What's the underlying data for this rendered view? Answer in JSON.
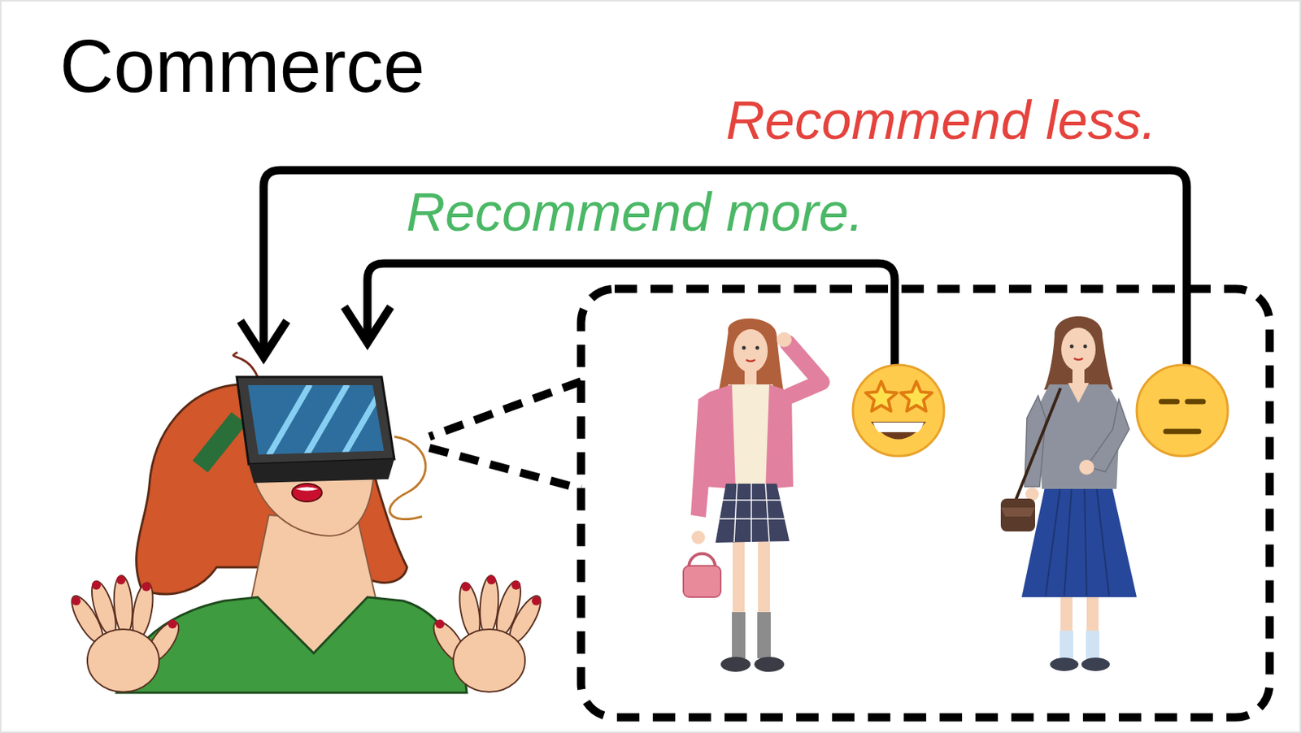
{
  "diagram": {
    "title": "Commerce",
    "labels": [
      "Recommend less.",
      "Recommend more."
    ]
  }
}
